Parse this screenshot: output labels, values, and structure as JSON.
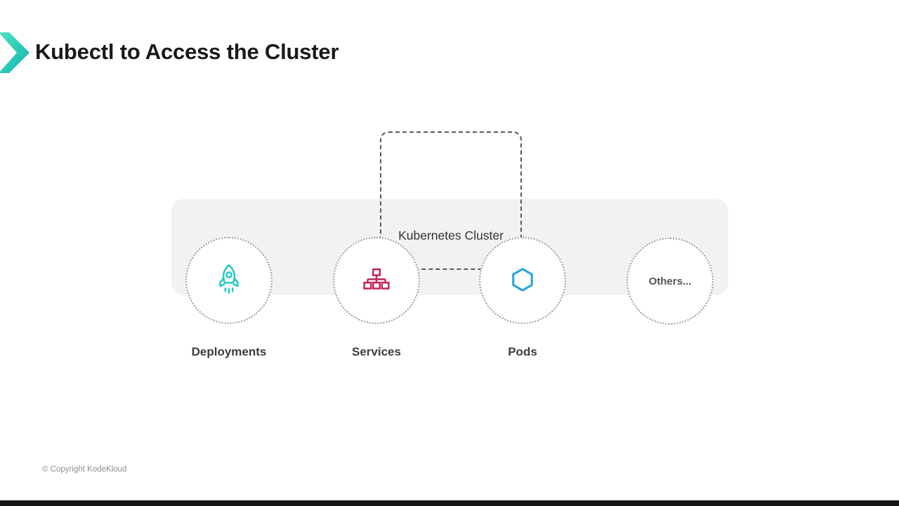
{
  "slide": {
    "title": "Kubectl to Access the Cluster",
    "footer": "© Copyright KodeKloud"
  },
  "diagram": {
    "cluster_label": "Kubernetes Cluster",
    "nodes": [
      {
        "label": "Deployments",
        "icon": "rocket-icon"
      },
      {
        "label": "Services",
        "icon": "sitemap-icon"
      },
      {
        "label": "Pods",
        "icon": "hexagon-icon"
      },
      {
        "label": "Others...",
        "icon": "none"
      }
    ]
  },
  "colors": {
    "accent_teal": "#1fc9c4",
    "services_pink": "#c2255c",
    "pods_blue": "#2aa7e0",
    "chevron_light": "#4fe3c1",
    "chevron_dark": "#0cb4ae"
  }
}
